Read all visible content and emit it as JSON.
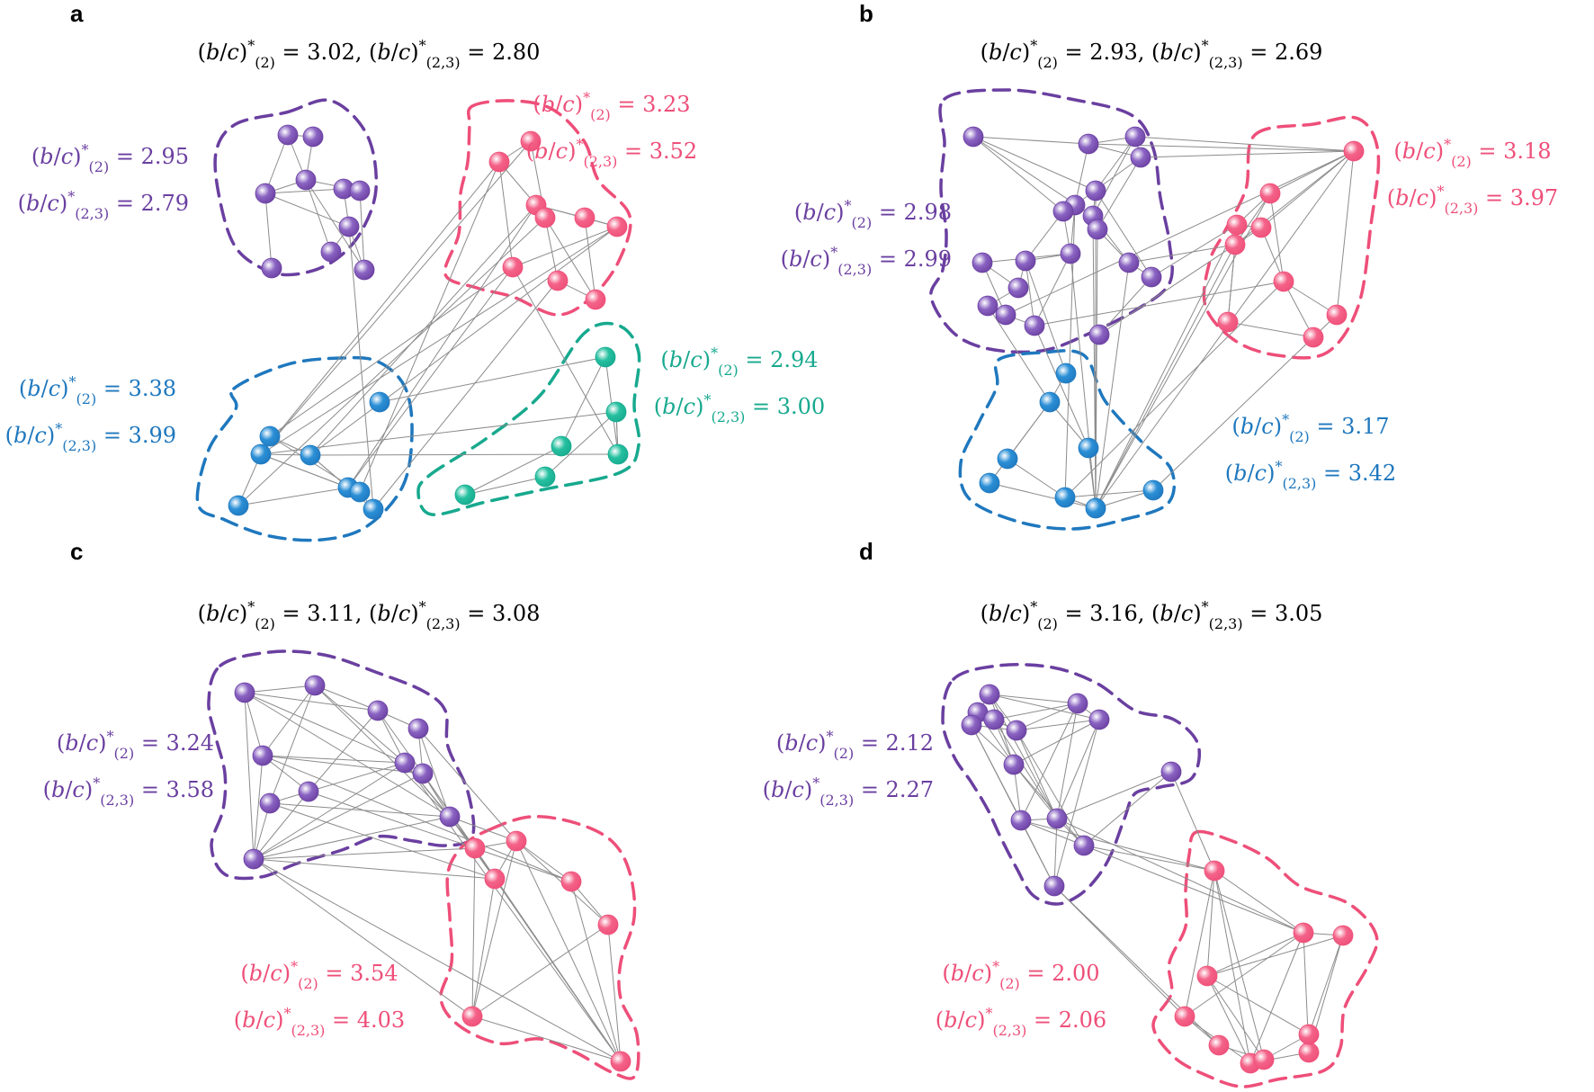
{
  "colors": {
    "purple": "#6A3FA0",
    "pink": "#EE4F79",
    "blue": "#1F78BE",
    "teal": "#17A98E",
    "node_purple": "#8A63C2",
    "node_pink": "#F46288",
    "node_blue": "#2B8FD6",
    "node_teal": "#25C0A0",
    "edge": "#8c8c8c"
  },
  "panels": [
    {
      "letter": "a",
      "title": {
        "v2": "3.02",
        "v23": "2.80"
      },
      "communities": [
        {
          "color": "purple",
          "v2": "2.95",
          "v23": "2.79"
        },
        {
          "color": "pink",
          "v2": "3.23",
          "v23": "3.52"
        },
        {
          "color": "blue",
          "v2": "3.38",
          "v23": "3.99"
        },
        {
          "color": "teal",
          "v2": "2.94",
          "v23": "3.00"
        }
      ]
    },
    {
      "letter": "b",
      "title": {
        "v2": "2.93",
        "v23": "2.69"
      },
      "communities": [
        {
          "color": "purple",
          "v2": "2.98",
          "v23": "2.99"
        },
        {
          "color": "pink",
          "v2": "3.18",
          "v23": "3.97"
        },
        {
          "color": "blue",
          "v2": "3.17",
          "v23": "3.42"
        }
      ]
    },
    {
      "letter": "c",
      "title": {
        "v2": "3.11",
        "v23": "3.08"
      },
      "communities": [
        {
          "color": "purple",
          "v2": "3.24",
          "v23": "3.58"
        },
        {
          "color": "pink",
          "v2": "3.54",
          "v23": "4.03"
        }
      ]
    },
    {
      "letter": "d",
      "title": {
        "v2": "3.16",
        "v23": "3.05"
      },
      "communities": [
        {
          "color": "purple",
          "v2": "2.12",
          "v23": "2.27"
        },
        {
          "color": "pink",
          "v2": "2.00",
          "v23": "2.06"
        }
      ]
    }
  ]
}
